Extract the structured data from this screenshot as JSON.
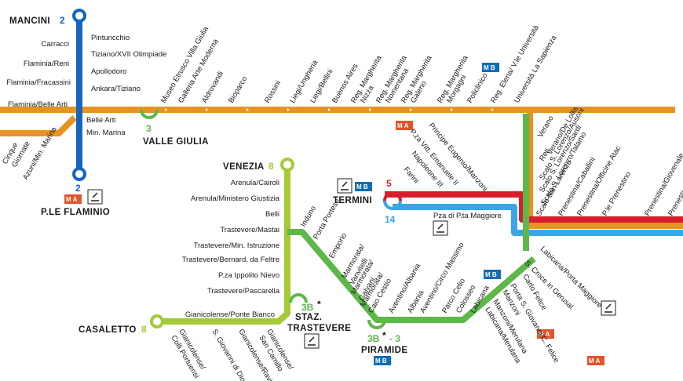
{
  "colors": {
    "line_2": "#1565c0",
    "line_3": "#e69420",
    "line_8": "#a6c936",
    "line_3b": "#5cb848",
    "line_5": "#d81e2c",
    "line_14": "#39a6e6",
    "metro_a": "#e4532a",
    "metro_b": "#0d6eb8"
  },
  "terminals": {
    "mancini": {
      "name": "MANCINI",
      "line": "2"
    },
    "flaminio": {
      "name": "P.LE FLAMINIO",
      "line": "2"
    },
    "valle_giulia": {
      "name": "VALLE GIULIA",
      "line": "3"
    },
    "venezia": {
      "name": "VENEZIA",
      "line": "8"
    },
    "casaletto": {
      "name": "CASALETTO",
      "line": "8"
    },
    "trastevere": {
      "name_1": "STAZ.",
      "name_2": "TRASTEVERE",
      "line": "3B",
      "asterisk": "*"
    },
    "termini": {
      "name": "TERMINI",
      "line_top": "5",
      "line_bottom": "14"
    },
    "piramide": {
      "name": "PIRAMIDE",
      "line": "3B",
      "asterisk": "*",
      "line_extra": "- 3"
    }
  },
  "metro_letters": {
    "a": "M A",
    "b": "M B"
  },
  "stops": {
    "line2_west": [
      "Carracci",
      "Flaminia/Reni",
      "Flaminia/Fracassini",
      "Flaminia/Belle Arti"
    ],
    "line2_east": [
      "Pinturicchio",
      "Tiziano/XVII Olimpiade",
      "Apollodoro",
      "Ankara/Tiziano",
      "Belle Arti",
      "Min. Marina"
    ],
    "west_stubs": [
      "Cinque",
      "Giornate",
      "Azuni/Min. Marina"
    ],
    "line3_north": [
      "Museo Etrusco Villa Giulia",
      "Galleria Arte Moderna",
      "Aldrovandi",
      "Bioparco",
      "Rossini",
      "Liegi/Ungheria",
      "Liegi/Bellini",
      "Buenos Aires",
      "Reg. Margherita",
      "Nizza",
      "Reg. Margherita",
      "Nomentana",
      "Reg. Margherita",
      "Galeno",
      "Reg. Margherita",
      "Morgagni",
      "Policlinico",
      "Reg. Elena/ V.le Università",
      "Università La Sapienza"
    ],
    "line3_east": [
      "Verano",
      "Verano/De Lollis",
      "Reti",
      "Scalo S. Lorenzo/Ausoni",
      "Scalo S. Lorenzo/Sardi",
      "Scalo S. Lorenzo/Talamo",
      "Scalo San Lorenzo"
    ],
    "prenestina": [
      "Prenestina/Caballini",
      "Prenestina/Officine Atac",
      "P.le Prenestino",
      "Prenestina/Giovenale",
      "Prenestina/"
    ],
    "line8": [
      "Arenula/Cairoli",
      "Arenula/Ministero Giustizia",
      "Belli",
      "Trastevere/Mastai",
      "Trastevere/Min. Istruzione",
      "Trastevere/Bernard. da Feltre",
      "P.za Ippolito Nievo",
      "Trastevere/Pascarella",
      "Gianicolense/Ponte Bianco"
    ],
    "line8_bottom": [
      "Gianicolense/",
      "Colli Portuensi",
      "S. Giovanni di Dio",
      "Gianicolense/Ravizz",
      "Gianicolense/",
      "San Camillo"
    ],
    "line3b": [
      "Induno",
      "Porta Portese",
      "Emporio",
      "Marmorata/",
      "Vanvitelli",
      "Marmorata/",
      "Galvani",
      "Marmorata/",
      "Caio Cestio",
      "Aventino/Albania",
      "Albania",
      "Aventino/Circo Massimo",
      "Parco Celio",
      "Colosseo",
      "Labicana"
    ],
    "line3_south": [
      "Labicana/Porta Maggiore",
      "S. Croce in Gerusal.",
      "Carlo Felice",
      "Porta S. Giovanni/C. Felice",
      "Manzoni",
      "Manzoni/Merulana",
      "Labicana/Merulana"
    ],
    "line5": [
      "P.za Vitt. Emanuele II",
      "Principe Eugenio/Manzoni",
      "Napoleone III",
      "Farini"
    ],
    "line14": [
      "Pza di P.ta Maggiore"
    ]
  }
}
